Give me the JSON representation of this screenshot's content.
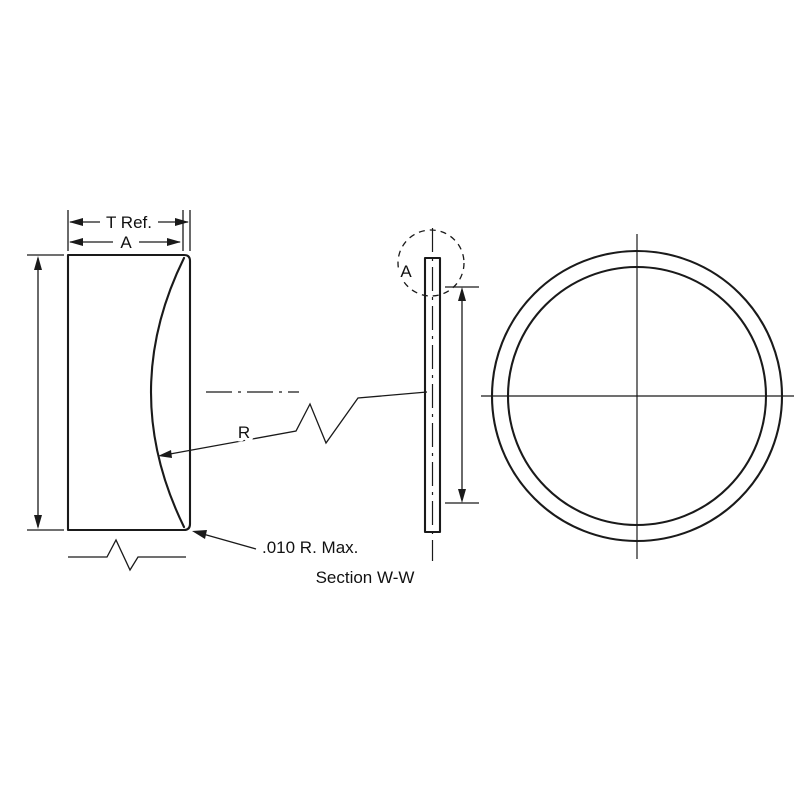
{
  "drawing": {
    "title": "Section W-W",
    "labels": {
      "t_ref": "T Ref.",
      "a_dim": "A",
      "radius": "R",
      "corner_radius_note": ".010 R. Max.",
      "detail_a": "A"
    },
    "colors": {
      "line": "#1a1a1a",
      "background": "#ffffff"
    }
  }
}
